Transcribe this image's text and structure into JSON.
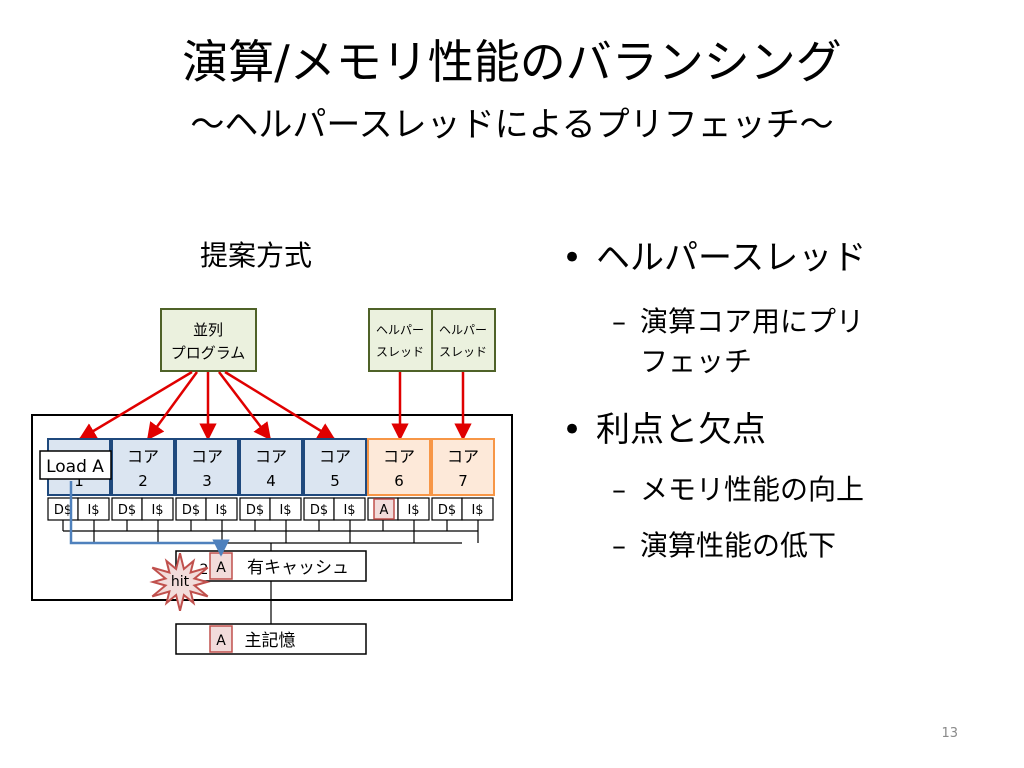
{
  "slide": {
    "title": "演算/メモリ性能のバランシング",
    "subtitle": "～ヘルパースレッドによるプリフェッチ～",
    "page_number": "13"
  },
  "diagram": {
    "caption": "提案方式",
    "parallel_program": [
      "並列",
      "プログラム"
    ],
    "helper_thread": [
      "ヘルパー",
      "スレッド"
    ],
    "core_label": "コア",
    "core_numbers": [
      "1",
      "2",
      "3",
      "4",
      "5",
      "6",
      "7"
    ],
    "dcache": "D$",
    "icache": "I$",
    "load_label": "Load A",
    "block_a": "A",
    "shared_cache": "有キャッシュ",
    "shared_cache_prefix": "2",
    "hit": "hit",
    "main_memory": "主記憶"
  },
  "bullets": [
    {
      "text": "ヘルパースレッド",
      "sub": [
        "演算コア用にプリ",
        "フェッチ"
      ]
    },
    {
      "text": "利点と欠点",
      "sub": [
        "メモリ性能の向上",
        "演算性能の低下"
      ]
    }
  ],
  "colors": {
    "program_fill": "#ebf1de",
    "program_border": "#4f6228",
    "core_fill": "#dbe5f1",
    "core_border": "#1f497d",
    "helper_core_fill": "#fde9d9",
    "helper_core_border": "#f79646",
    "arrow": "#e00000",
    "path": "#4f81bd",
    "block_fill": "#f2dcdb",
    "block_border": "#c0504d"
  }
}
